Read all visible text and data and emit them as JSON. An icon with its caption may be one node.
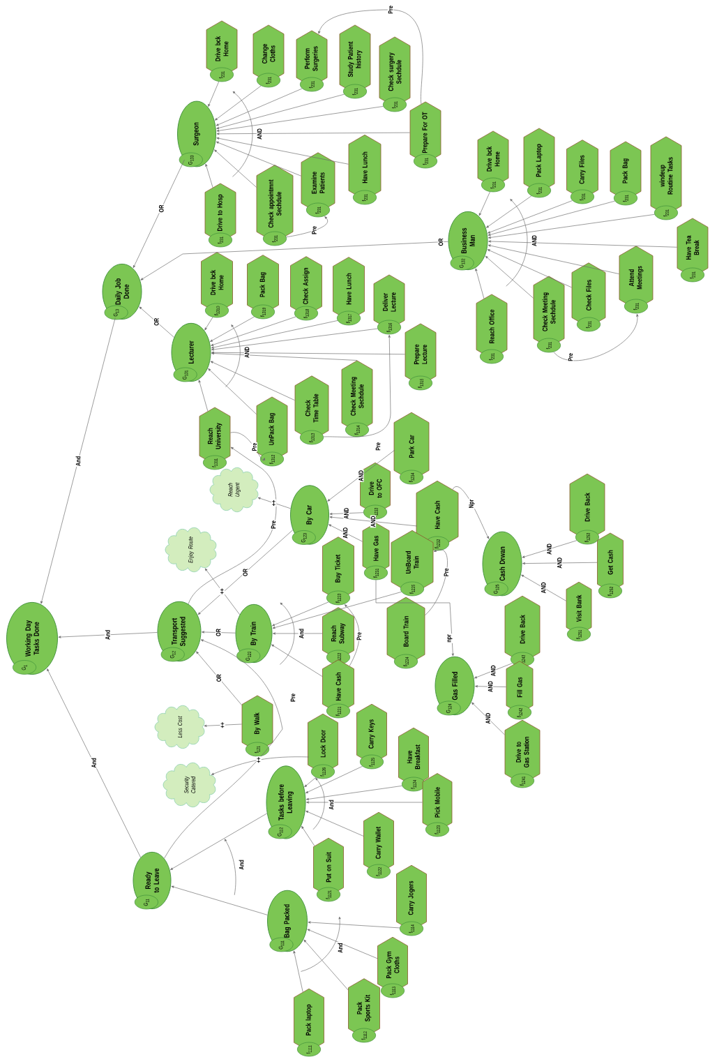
{
  "diagram": {
    "nodes": [
      {
        "text": [
          "Working Day Tasks Done",
          "G$_{1}$"
        ]
      },
      {
        "text": [
          "Daily Job Done",
          "G$_{13}$"
        ]
      },
      {
        "text": [
          "Surgeon",
          "G$_{133}$"
        ]
      },
      {
        "text": [
          "Lecturer",
          "G$_{131}$"
        ]
      },
      {
        "text": [
          "Business Man",
          "G$_{132}$"
        ]
      },
      {
        "text": [
          "Transport Suggested",
          "G$_{12}$"
        ]
      },
      {
        "text": [
          "By Train",
          "G$_{122}$"
        ]
      },
      {
        "text": [
          "By Car",
          "G$_{123}$"
        ]
      },
      {
        "text": [
          "Ready to Leave",
          "G$_{11}$"
        ]
      },
      {
        "text": [
          "Tasks before Leaving",
          "G$_{112}$"
        ]
      },
      {
        "text": [
          "Bag Packed",
          "G$_{111}$"
        ]
      },
      {
        "text": [
          "Gas Filled",
          "G$_{124}$"
        ]
      },
      {
        "text": [
          "Cash Drwan",
          "G$_{125}$"
        ]
      },
      {
        "text": [
          "Reach Urgent"
        ]
      },
      {
        "text": [
          "Enjoy Route"
        ]
      },
      {
        "text": [
          "Less Cost"
        ]
      },
      {
        "text": [
          "Security Catered"
        ]
      },
      {
        "text": [
          "Drive bck Home",
          "f$_{231}$"
        ]
      },
      {
        "text": [
          "Change Cloths",
          "f$_{231}$"
        ]
      },
      {
        "text": [
          "Perform Surgeries",
          "f$_{231}$"
        ]
      },
      {
        "text": [
          "Study Patient history",
          "f$_{231}$"
        ]
      },
      {
        "text": [
          "Check surgery Sechdule",
          "f$_{231}$"
        ]
      },
      {
        "text": [
          "Prepare For OT",
          "f$_{231}$"
        ]
      },
      {
        "text": [
          "Have Lunch",
          "f$_{231}$"
        ]
      },
      {
        "text": [
          "Examine Patients",
          "f$_{231}$"
        ]
      },
      {
        "text": [
          "Check appointmnt Sechdule",
          "f$_{231}$"
        ]
      },
      {
        "text": [
          "Drive to Hosp",
          "f$_{231}$"
        ]
      },
      {
        "text": [
          "Drive bck Home",
          "f$_{1310}$"
        ]
      },
      {
        "text": [
          "Pack Bag",
          "f$_{1319}$"
        ]
      },
      {
        "text": [
          "Check Assign",
          "f$_{1318}$"
        ]
      },
      {
        "text": [
          "Have Lunch",
          "f$_{1317}$"
        ]
      },
      {
        "text": [
          "Deliver Lecture",
          "f$_{1316}$"
        ]
      },
      {
        "text": [
          "Prepare Lecture",
          "f$_{1315}$"
        ]
      },
      {
        "text": [
          "Check Meeting Sechdule",
          "f$_{1314}$"
        ]
      },
      {
        "text": [
          "Check Time Table",
          "f$_{1313}$"
        ]
      },
      {
        "text": [
          "UnPack Bag",
          "f$_{1312}$"
        ]
      },
      {
        "text": [
          "Reach University",
          "f$_{1311}$"
        ]
      },
      {
        "text": [
          "Drive bck Home",
          "f$_{231}$"
        ]
      },
      {
        "text": [
          "Pack Laptop",
          "f$_{231}$"
        ]
      },
      {
        "text": [
          "Carry Files",
          "f$_{231}$"
        ]
      },
      {
        "text": [
          "Pack Bag",
          "f$_{231}$"
        ]
      },
      {
        "text": [
          "windeup Routine Tasks",
          "f$_{231}$"
        ]
      },
      {
        "text": [
          "Have Tea Break",
          "f$_{231}$"
        ]
      },
      {
        "text": [
          "Attend Meetings",
          "f$_{231}$"
        ]
      },
      {
        "text": [
          "Check Files",
          "f$_{231}$"
        ]
      },
      {
        "text": [
          "Check Meeting Sechdule",
          "f$_{231}$"
        ]
      },
      {
        "text": [
          "Reach Office",
          "f$_{231}$"
        ]
      },
      {
        "text": [
          "Park Car",
          "f$_{1234}$"
        ]
      },
      {
        "text": [
          "Drive to OFC",
          "f$_{1233}$"
        ]
      },
      {
        "text": [
          "Have Cash",
          "f$_{1232}$"
        ]
      },
      {
        "text": [
          "Have Gas",
          "f$_{1231}$"
        ]
      },
      {
        "text": [
          "UnBoard Train",
          "f$_{1225}$"
        ]
      },
      {
        "text": [
          "Board Train",
          "f$_{1224}$"
        ]
      },
      {
        "text": [
          "Buy Ticket",
          "f$_{1223}$"
        ]
      },
      {
        "text": [
          "Reach Subway",
          "f$_{1222}$"
        ]
      },
      {
        "text": [
          "Have Cash",
          "f$_{1221}$"
        ]
      },
      {
        "text": [
          "By Walk",
          "f$_{121}$"
        ]
      },
      {
        "text": [
          "Drive Back",
          "f$_{1253}$"
        ]
      },
      {
        "text": [
          "Get Cash",
          "f$_{1252}$"
        ]
      },
      {
        "text": [
          "Visit Bank",
          "f$_{1251}$"
        ]
      },
      {
        "text": [
          "Drive Back",
          "f$_{1243}$"
        ]
      },
      {
        "text": [
          "Fill Gas",
          "f$_{1242}$"
        ]
      },
      {
        "text": [
          "Drive to Gas Station",
          "f$_{1241}$"
        ]
      },
      {
        "text": [
          "Lock Door",
          "f$_{1126}$"
        ]
      },
      {
        "text": [
          "Carry Keys",
          "f$_{1125}$"
        ]
      },
      {
        "text": [
          "Have Breakfast",
          "f$_{1124}$"
        ]
      },
      {
        "text": [
          "Pick Mobile",
          "f$_{1123}$"
        ]
      },
      {
        "text": [
          "Carry Wallet",
          "f$_{1122}$"
        ]
      },
      {
        "text": [
          "Put on Suit",
          "f$_{1121}$"
        ]
      },
      {
        "text": [
          "Carry Jogers",
          "f$_{1114}$"
        ]
      },
      {
        "text": [
          "Pack Gym Cloths",
          "f$_{1113}$"
        ]
      },
      {
        "text": [
          "Pack Sports Kit",
          "f$_{1112}$"
        ]
      },
      {
        "text": [
          "Pack laptop",
          "f$_{1111}$"
        ]
      }
    ],
    "edges": [
      {
        "from": 1,
        "to": 0,
        "arrow": "to",
        "label": "And"
      },
      {
        "from": 5,
        "to": 0,
        "arrow": "to",
        "label": "And"
      },
      {
        "from": 8,
        "to": 0,
        "arrow": "to",
        "label": "And"
      },
      {
        "from": 2,
        "to": 1,
        "arrow": "to",
        "label": "OR"
      },
      {
        "from": 3,
        "to": 1,
        "arrow": "to",
        "label": "OR"
      },
      {
        "from": 4,
        "to": 1,
        "arrow": "to",
        "label": "OR"
      },
      {
        "from": 17,
        "to": 2,
        "arrow": "to"
      },
      {
        "from": 18,
        "to": 2,
        "arrow": "to"
      },
      {
        "from": 19,
        "to": 2,
        "arrow": "to"
      },
      {
        "from": 20,
        "to": 2,
        "arrow": "to"
      },
      {
        "from": 21,
        "to": 2,
        "arrow": "to"
      },
      {
        "from": 22,
        "to": 2,
        "arrow": "to"
      },
      {
        "from": 23,
        "to": 2,
        "arrow": "to"
      },
      {
        "from": 24,
        "to": 2,
        "arrow": "to"
      },
      {
        "from": 25,
        "to": 2,
        "arrow": "to"
      },
      {
        "from": 26,
        "to": 2,
        "arrow": "to"
      },
      {
        "from": 22,
        "to": 19,
        "arrow": "to",
        "label": "Pre"
      },
      {
        "from": 25,
        "to": 24,
        "arrow": "to",
        "label": "Pre"
      },
      {
        "from": 27,
        "to": 3,
        "arrow": "to"
      },
      {
        "from": 28,
        "to": 3,
        "arrow": "to"
      },
      {
        "from": 29,
        "to": 3,
        "arrow": "to"
      },
      {
        "from": 30,
        "to": 3,
        "arrow": "to"
      },
      {
        "from": 31,
        "to": 3,
        "arrow": "to"
      },
      {
        "from": 32,
        "to": 3,
        "arrow": "to"
      },
      {
        "from": 33,
        "to": 3,
        "arrow": "to"
      },
      {
        "from": 34,
        "to": 3,
        "arrow": "to"
      },
      {
        "from": 35,
        "to": 3,
        "arrow": "to"
      },
      {
        "from": 36,
        "to": 3,
        "arrow": "to"
      },
      {
        "from": 36,
        "to": 35,
        "arrow": "to",
        "label": "Pre"
      },
      {
        "from": 34,
        "to": 31,
        "arrow": "to",
        "label": "Pre"
      },
      {
        "from": 37,
        "to": 4,
        "arrow": "to"
      },
      {
        "from": 38,
        "to": 4,
        "arrow": "to"
      },
      {
        "from": 39,
        "to": 4,
        "arrow": "to"
      },
      {
        "from": 40,
        "to": 4,
        "arrow": "to"
      },
      {
        "from": 41,
        "to": 4,
        "arrow": "to"
      },
      {
        "from": 42,
        "to": 4,
        "arrow": "to"
      },
      {
        "from": 43,
        "to": 4,
        "arrow": "to"
      },
      {
        "from": 44,
        "to": 4,
        "arrow": "to"
      },
      {
        "from": 45,
        "to": 4,
        "arrow": "to"
      },
      {
        "from": 46,
        "to": 4,
        "arrow": "to"
      },
      {
        "from": 45,
        "to": 43,
        "arrow": "to",
        "label": "Pre"
      },
      {
        "from": 6,
        "to": 5,
        "arrow": "to",
        "label": "OR"
      },
      {
        "from": 7,
        "to": 5,
        "arrow": "to",
        "label": "OR"
      },
      {
        "from": 56,
        "to": 5,
        "arrow": "to",
        "label": "OR"
      },
      {
        "from": 5,
        "to": 36,
        "arrow": "to",
        "label": "Pre"
      },
      {
        "from": 8,
        "to": 5,
        "arrow": "to",
        "label": "Pre"
      },
      {
        "from": 7,
        "to": 13,
        "arrow": "to",
        "label": "++"
      },
      {
        "from": 6,
        "to": 14,
        "arrow": "to",
        "label": "++"
      },
      {
        "from": 56,
        "to": 15,
        "arrow": "to",
        "label": "++"
      },
      {
        "from": 63,
        "to": 16,
        "arrow": "to",
        "label": "++"
      },
      {
        "from": 47,
        "to": 7,
        "arrow": "to",
        "label": "AND"
      },
      {
        "from": 48,
        "to": 7,
        "arrow": "to",
        "label": "AND"
      },
      {
        "from": 49,
        "to": 7,
        "arrow": "to",
        "label": "AND"
      },
      {
        "from": 50,
        "to": 7,
        "arrow": "to",
        "label": "AND"
      },
      {
        "from": 51,
        "to": 6,
        "arrow": "to"
      },
      {
        "from": 53,
        "to": 6,
        "arrow": "to"
      },
      {
        "from": 54,
        "to": 6,
        "arrow": "to"
      },
      {
        "from": 55,
        "to": 6,
        "arrow": "to"
      },
      {
        "from": 55,
        "to": 53,
        "arrow": "to",
        "label": "Pre"
      },
      {
        "from": 52,
        "to": 51,
        "arrow": "to",
        "label": "Pre"
      },
      {
        "from": 49,
        "to": 12,
        "arrow": "to",
        "label": "Npr"
      },
      {
        "from": 50,
        "to": 11,
        "arrow": "to",
        "label": "npr"
      },
      {
        "from": 57,
        "to": 12,
        "arrow": "to",
        "label": "AND"
      },
      {
        "from": 58,
        "to": 12,
        "arrow": "to",
        "label": "AND"
      },
      {
        "from": 59,
        "to": 12,
        "arrow": "to",
        "label": "AND"
      },
      {
        "from": 60,
        "to": 11,
        "arrow": "to",
        "label": "AND"
      },
      {
        "from": 61,
        "to": 11,
        "arrow": "to",
        "label": "AND"
      },
      {
        "from": 62,
        "to": 11,
        "arrow": "to",
        "label": "AND"
      },
      {
        "from": 9,
        "to": 8,
        "arrow": "to"
      },
      {
        "from": 10,
        "to": 8,
        "arrow": "to"
      },
      {
        "from": 63,
        "to": 9,
        "arrow": "to"
      },
      {
        "from": 64,
        "to": 9,
        "arrow": "to"
      },
      {
        "from": 65,
        "to": 9,
        "arrow": "to"
      },
      {
        "from": 66,
        "to": 9,
        "arrow": "to"
      },
      {
        "from": 67,
        "to": 9,
        "arrow": "to"
      },
      {
        "from": 68,
        "to": 9,
        "arrow": "to"
      },
      {
        "from": 69,
        "to": 10,
        "arrow": "to"
      },
      {
        "from": 70,
        "to": 10,
        "arrow": "to"
      },
      {
        "from": 71,
        "to": 10,
        "arrow": "to"
      },
      {
        "from": 72,
        "to": 10,
        "arrow": "to"
      }
    ],
    "labels": [
      "AND",
      "AND",
      "AND",
      "And",
      "And",
      "And",
      "And"
    ]
  }
}
